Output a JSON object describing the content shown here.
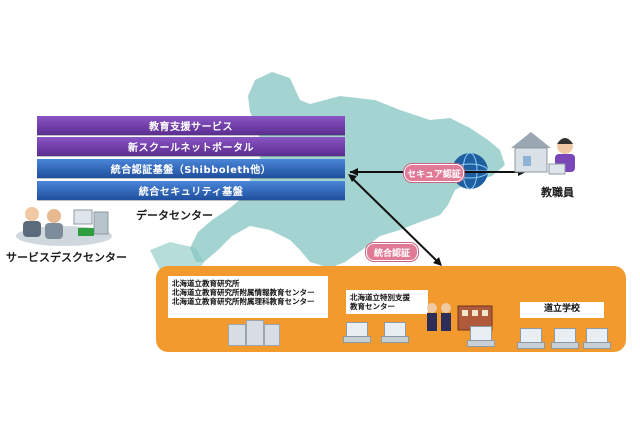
{
  "layers": [
    {
      "label": "教育支援サービス",
      "color": "#7a47b8"
    },
    {
      "label": "新スクールネットポータル",
      "color": "#7a47b8"
    },
    {
      "label": "統合認証基盤（Shibboleth他）",
      "color": "#3a73c8"
    },
    {
      "label": "統合セキュリティ基盤",
      "color": "#3a73c8"
    }
  ],
  "data_center_label": "データセンター",
  "service_desk_label": "サービスデスクセンター",
  "staff_label": "教職員",
  "secure_auth_label": "セキュア認証",
  "integrated_auth_label": "統合認証",
  "institutes_box": [
    "北海道立教育研究所",
    "北海道立教育研究所附属情報教育センター",
    "北海道立教育研究所附属理科教育センター"
  ],
  "special_center_box": [
    "北海道立特別支援",
    "教育センター"
  ],
  "school_label": "道立学校",
  "colors": {
    "map": "#86c6c2",
    "panel": "#f29a2e",
    "pill": "#e07a96",
    "purple": "#7a47b8",
    "blue": "#3a73c8"
  }
}
